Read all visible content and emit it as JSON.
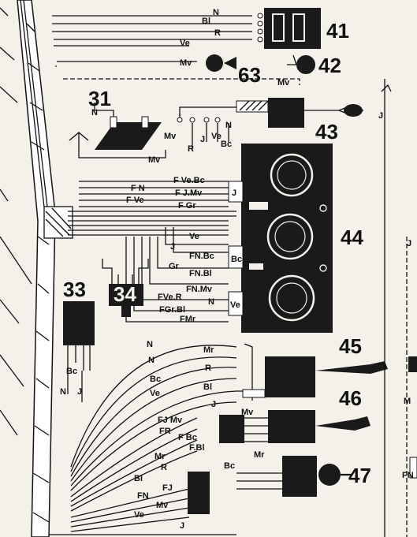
{
  "components": [
    {
      "id": "31",
      "label": "31"
    },
    {
      "id": "33",
      "label": "33"
    },
    {
      "id": "34",
      "label": "34"
    },
    {
      "id": "41",
      "label": "41"
    },
    {
      "id": "42",
      "label": "42"
    },
    {
      "id": "43",
      "label": "43"
    },
    {
      "id": "44",
      "label": "44"
    },
    {
      "id": "45",
      "label": "45"
    },
    {
      "id": "46",
      "label": "46"
    },
    {
      "id": "47",
      "label": "47"
    },
    {
      "id": "63",
      "label": "63"
    }
  ],
  "wire_labels": {
    "c41_n": "N",
    "c41_bl": "Bl",
    "c41_r": "R",
    "c41_ve": "Ve",
    "c63_mv": "Mv",
    "c42_mv": "Mv",
    "c31_n": "N",
    "c31_mv": "Mv",
    "c43_mv": "Mv",
    "c43_r": "R",
    "c43_j": "J",
    "c43_ve": "Ve",
    "c43_n": "N",
    "c43_bc": "Bc",
    "f_vebc": "F Ve.Bc",
    "f_n": "F N",
    "f_jmv": "F J.Mv",
    "f_ve": "F Ve",
    "f_gr": "F Gr",
    "j44a": "J",
    "b44_ve": "Ve",
    "b44_j": "J",
    "b44_fnbc": "FN.Bc",
    "b44_gr": "Gr",
    "b44_fnbl": "FN.Bl",
    "bc44": "Bc",
    "b44_fnmv": "FN.Mv",
    "b44_fver": "FVe.R",
    "b44_n": "N",
    "b44_fgrbl": "FGr.Bl",
    "b44_fmr": "FMr",
    "ve44": "Ve",
    "c33_bc": "Bc",
    "c33_n": "N",
    "c33_j": "J",
    "c45_n": "N",
    "c45_mr": "Mr",
    "c45_n2": "N",
    "c45_r": "R",
    "c45_bc": "Bc",
    "c45_bl": "Bl",
    "c45_ve": "Ve",
    "c45_j": "J",
    "c46_fjmv": "FJ Mv",
    "c46_mv": "Mv",
    "c46_fr": "FR",
    "c46_fbc": "F Bc",
    "c46_fbl": "F.Bl",
    "c47_mr": "Mr",
    "c47_mr2": "Mr",
    "c47_r": "R",
    "c47_bc": "Bc",
    "c47_bl": "Bl",
    "c47_fj": "FJ",
    "c47_fn": "FN",
    "c47_mv": "Mv",
    "c47_ve": "Ve",
    "c47_j": "J",
    "right_j": "J",
    "right_j2": "J",
    "right_m": "M",
    "right_fn": "FN"
  }
}
